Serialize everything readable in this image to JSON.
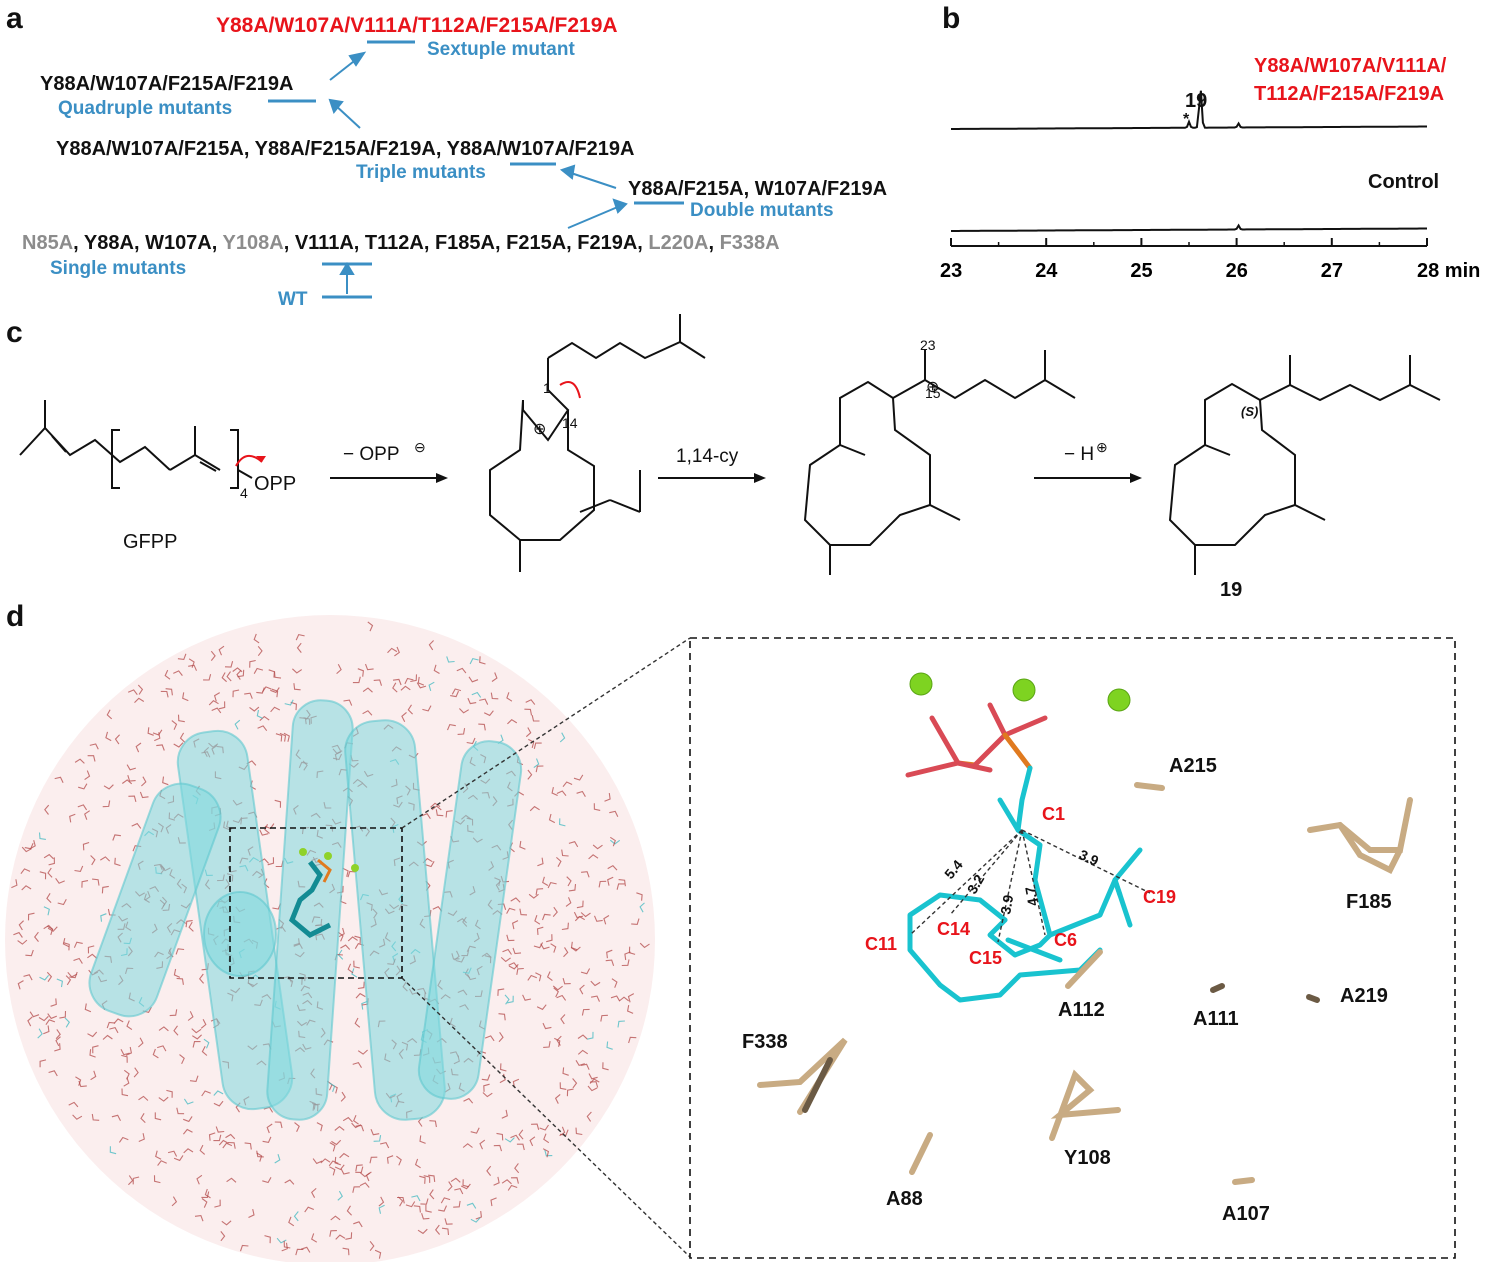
{
  "panel_labels": {
    "a": "a",
    "b": "b",
    "c": "c",
    "d": "d"
  },
  "panel_a": {
    "sextuple": "Y88A/W107A/V111A/T112A/F215A/F219A",
    "sextuple_label": "Sextuple mutant",
    "quadruple": "Y88A/W107A/F215A/F219A",
    "quadruple_label": "Quadruple  mutants",
    "triple": [
      {
        "text": "Y88A/W107A/F215A",
        "sep": ", "
      },
      {
        "text": "Y88A/F215A/F219A",
        "sep": ", "
      },
      {
        "text": "Y88A/W107A/F219A",
        "sep": ""
      }
    ],
    "triple_label": "Triple mutants",
    "double": [
      {
        "text": "Y88A/F215A",
        "sep": ", "
      },
      {
        "text": "W107A/F219A",
        "sep": ""
      }
    ],
    "double_label": "Double mutants",
    "single": [
      {
        "text": "N85A",
        "sep": ", ",
        "active": false
      },
      {
        "text": "Y88A",
        "sep": ", ",
        "active": true
      },
      {
        "text": "W107A",
        "sep": ", ",
        "active": true
      },
      {
        "text": "Y108A",
        "sep": ", ",
        "active": false
      },
      {
        "text": "V111A",
        "sep": ", ",
        "active": true
      },
      {
        "text": "T112A",
        "sep": ", ",
        "active": true
      },
      {
        "text": "F185A",
        "sep": ", ",
        "active": true
      },
      {
        "text": "F215A",
        "sep": ", ",
        "active": true
      },
      {
        "text": "F219A",
        "sep": ", ",
        "active": true
      },
      {
        "text": "L220A",
        "sep": ", ",
        "active": false
      },
      {
        "text": "F338A",
        "sep": "",
        "active": false
      }
    ],
    "single_label": "Single mutants",
    "wt_label": "WT",
    "colors": {
      "red": "#e8141b",
      "gray": "#8c8c8c",
      "blue": "#3b8fc4",
      "black": "#111111"
    }
  },
  "panel_b": {
    "peak_label": "19",
    "star": "*",
    "trace1_label_line1": "Y88A/W107A/V111A/",
    "trace1_label_line2": "T112A/F215A/F219A",
    "trace2_label": "Control",
    "xaxis_ticks": [
      "23",
      "24",
      "25",
      "26",
      "27",
      "28 min"
    ],
    "chart_data": {
      "type": "line",
      "x_range": [
        23,
        28
      ],
      "x_unit": "min",
      "series": [
        {
          "name": "Y88A/W107A/V111A/T112A/F215A/F219A",
          "x": [
            23,
            25.5,
            25.62,
            25.7,
            26.02,
            28
          ],
          "y": [
            0,
            0.1,
            1,
            0.05,
            0.06,
            0.02
          ]
        },
        {
          "name": "Control",
          "x": [
            23,
            26.02,
            28
          ],
          "y": [
            0,
            0.05,
            0.02
          ]
        }
      ],
      "annotations": [
        {
          "x": 25.62,
          "text": "19"
        },
        {
          "x": 25.5,
          "text": "*"
        }
      ]
    }
  },
  "panel_c": {
    "gfpp_label": "GFPP",
    "opp": "OPP",
    "subscript": "4",
    "step1": "− OPP",
    "step2": "1,14-cy",
    "step3": "− H",
    "atom_1": "1",
    "atom_14": "14",
    "atom_23": "23",
    "atom_15": "15",
    "stereo": "(S)",
    "product": "19"
  },
  "panel_d": {
    "residues": [
      "A215",
      "F185",
      "A219",
      "A111",
      "A112",
      "F338",
      "Y108",
      "A88",
      "A107"
    ],
    "carbons": [
      "C1",
      "C19",
      "C6",
      "C15",
      "C14",
      "C11"
    ],
    "distances": [
      "5.4",
      "3.2",
      "3.9",
      "4.7",
      "3.9"
    ]
  }
}
